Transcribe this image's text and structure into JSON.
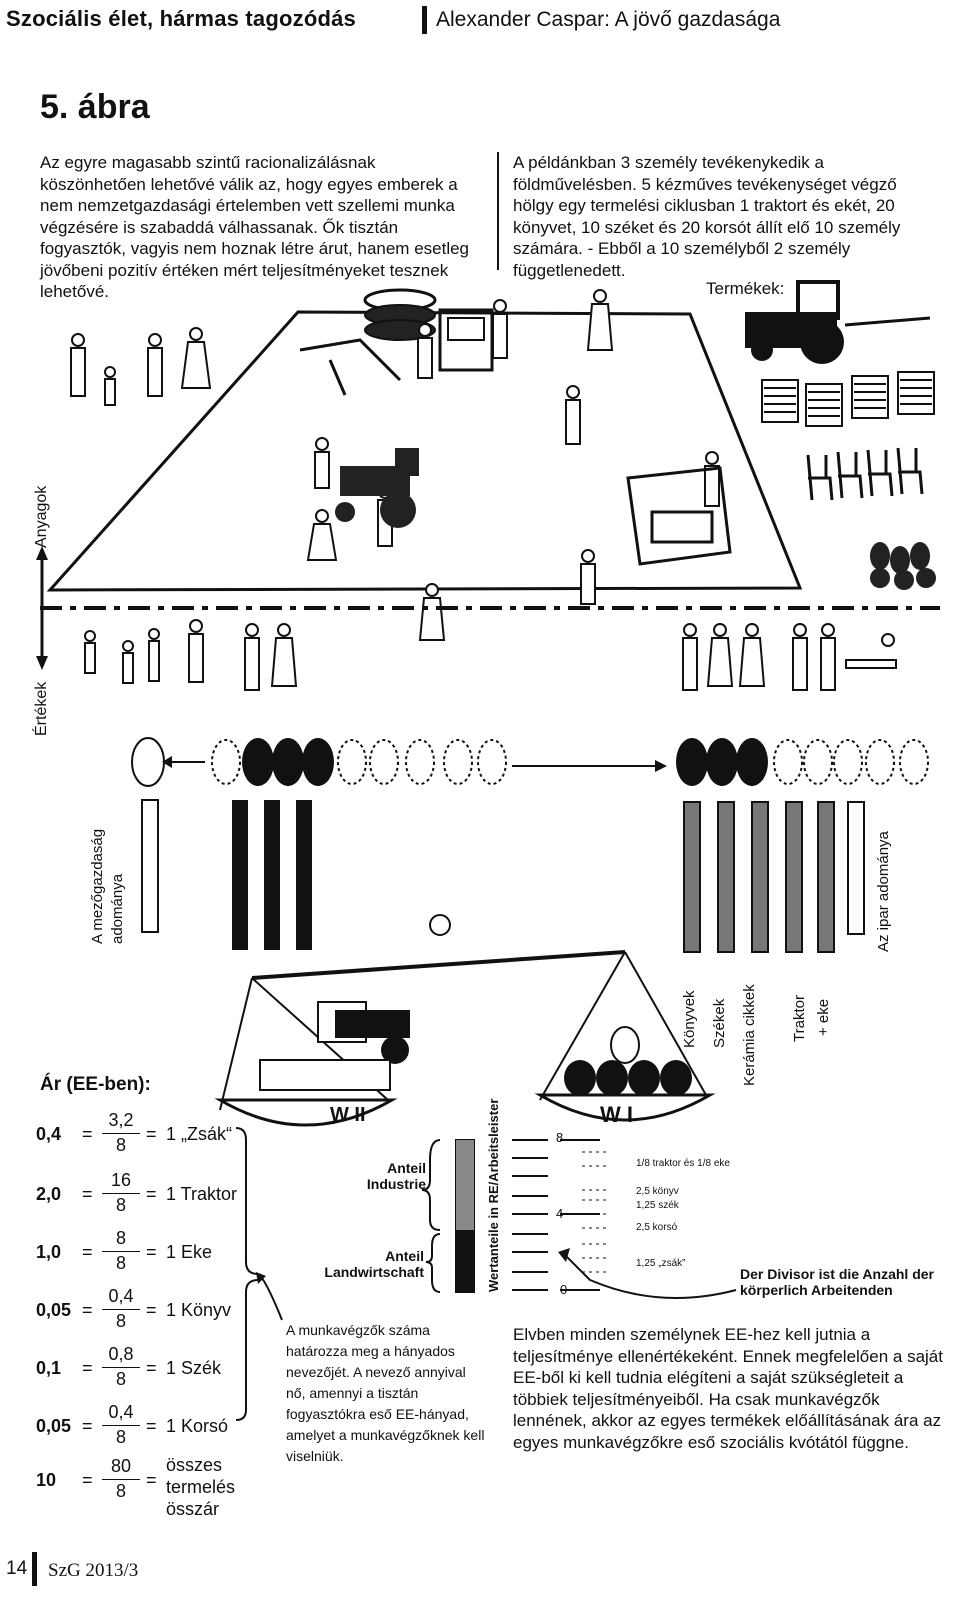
{
  "header": {
    "left_title": "Szociális élet, hármas tagozódás",
    "right_title": "Alexander Caspar: A jövő gazdasága"
  },
  "figure": {
    "title": "5. ábra",
    "left_paragraph": "Az egyre magasabb szintű racionalizálásnak köszönhetően lehetővé válik az, hogy egyes emberek a nem nemzetgazdasági értelemben vett szellemi munka végzésére is szabaddá válhassanak. Ők tisztán fogyasztók, vagyis nem hoznak létre árut, hanem esetleg jövőbeni pozitív értéken mért teljesítményeket tesznek lehetővé.",
    "right_paragraph": "A példánkban 3 személy tevékenykedik a földművelésben. 5 kézműves tevékenységet végző hölgy egy termelési ciklusban 1 traktort és ekét, 20 könyvet, 10 széket és 20 korsót állít elő 10 személy számára. - Ebből a 10 személyből 2 személy függetlenedett.",
    "products_label": "Termékek:",
    "axis_materials": "Anyagok",
    "axis_values": "Értékek",
    "agri_donation": "A mezőgazdaság adománya",
    "industry_donation": "Az ipar adománya",
    "scale_labels": [
      "Könyvek",
      "Székek",
      "Kerámia cikkek",
      "Traktor",
      "+ eke"
    ],
    "pan_left": "W II",
    "pan_right": "W I",
    "anteil_industrie": "Anteil Industrie",
    "anteil_landwirtschaft": "Anteil Landwirtschaft",
    "wertanteile": "Wertanteile in RE/Arbeitsleister",
    "scale_ticks": [
      "8",
      "4",
      "0"
    ],
    "right_items": [
      "1/8 traktor és 1/8 eke",
      "2,5 könyv",
      "1,25 szék",
      "2,5 korsó",
      "1,25 „zsák”"
    ],
    "divisor_text": "Der Divisor ist die Anzahl der körperlich Arbeitenden"
  },
  "prices": {
    "heading": "Ár (EE-ben):",
    "rows": [
      {
        "value": "0,4",
        "num": "3,2",
        "den": "8",
        "label": "1 „Zsák“"
      },
      {
        "value": "2,0",
        "num": "16",
        "den": "8",
        "label": "1 Traktor"
      },
      {
        "value": "1,0",
        "num": "8",
        "den": "8",
        "label": "1 Eke"
      },
      {
        "value": "0,05",
        "num": "0,4",
        "den": "8",
        "label": "1 Könyv"
      },
      {
        "value": "0,1",
        "num": "0,8",
        "den": "8",
        "label": "1 Szék"
      },
      {
        "value": "0,05",
        "num": "0,4",
        "den": "8",
        "label": "1 Korsó"
      },
      {
        "value": "10",
        "num": "80",
        "den": "8",
        "label": "összes termelés összár"
      }
    ]
  },
  "note": "A munkavégzők száma határozza meg a hányados nevezőjét. A nevező annyival nő, amennyi a tisztán fogyasztókra eső EE-hányad, amelyet a munkavégzőknek kell viselniük.",
  "bottom_paragraph": "Elvben minden személynek EE-hez kell jutnia a teljesítménye ellenértékeként. Ennek megfelelően a saját EE-ből ki kell tudnia elégíteni a saját szükségleteit a többiek teljesítményeiből. Ha csak munkavégzők lennének, akkor az egyes termékek előállításának ára az egyes munkavégzőkre eső szociális kvótától függne.",
  "footer": {
    "page": "14",
    "journal": "SzG 2013/3"
  }
}
